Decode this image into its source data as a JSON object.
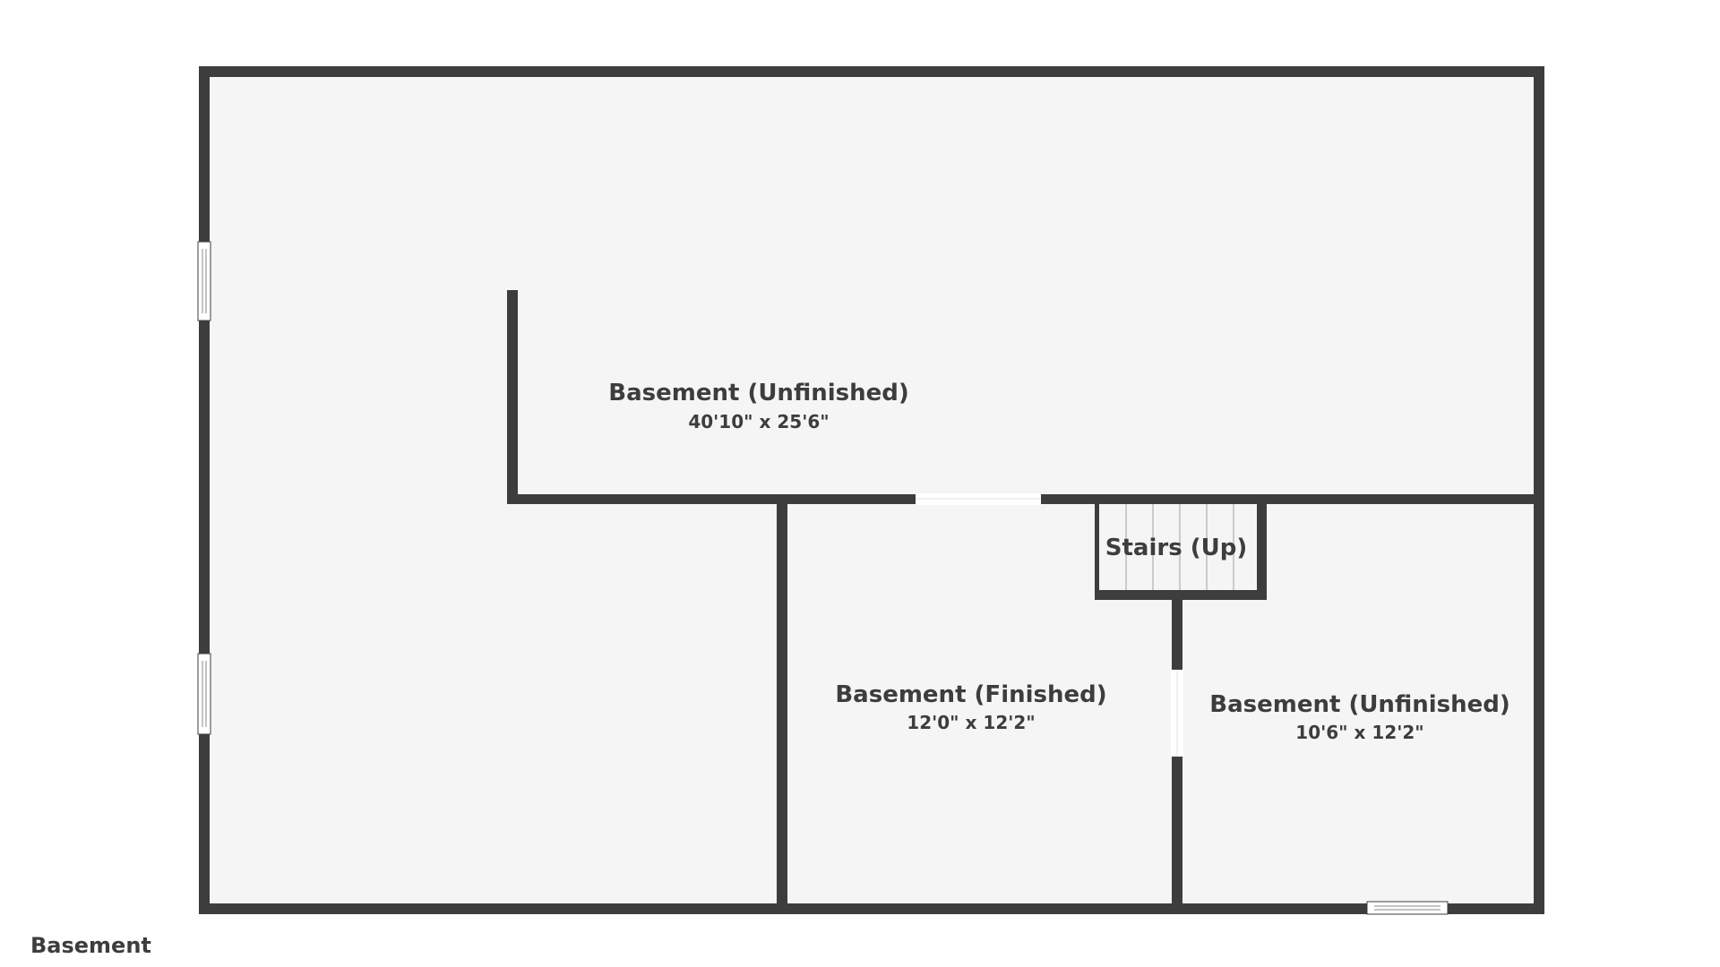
{
  "floor_label": "Basement",
  "rooms": [
    {
      "name": "Basement (Unfinished)",
      "dimensions": "40'10\" x 25'6\""
    },
    {
      "name": "Basement (Finished)",
      "dimensions": "12'0\" x 12'2\""
    },
    {
      "name": "Basement (Unfinished)",
      "dimensions": "10'6\" x 12'2\""
    },
    {
      "name": "Stairs (Up)"
    }
  ],
  "colors": {
    "wall": "#3d3d3d",
    "floor": "#f5f5f5",
    "background": "#ffffff",
    "opening": "#ffffff"
  }
}
